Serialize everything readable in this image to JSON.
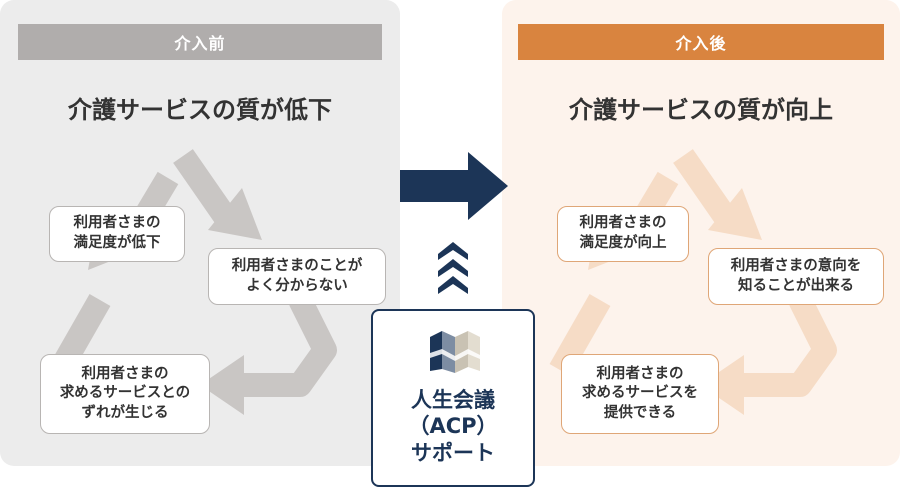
{
  "before": {
    "tag": "介入前",
    "heading": "介護サービスの質が低下",
    "notes": [
      {
        "lines": [
          "利用者さまの",
          "満足度が低下"
        ]
      },
      {
        "lines": [
          "利用者さまのことが",
          "よく分からない"
        ]
      },
      {
        "lines": [
          "利用者さまの",
          "求めるサービスとの",
          "ずれが生じる"
        ]
      }
    ]
  },
  "after": {
    "tag": "介入後",
    "heading": "介護サービスの質が向上",
    "notes": [
      {
        "lines": [
          "利用者さまの",
          "満足度が向上"
        ]
      },
      {
        "lines": [
          "利用者さまの意向を",
          "知ることが出来る"
        ]
      },
      {
        "lines": [
          "利用者さまの",
          "求めるサービスを",
          "提供できる"
        ]
      }
    ]
  },
  "center": {
    "title_lines": [
      "人生会議",
      "（ACP）",
      "サポート"
    ],
    "icon": "map-icon"
  },
  "colors": {
    "before_tag": "#b0adac",
    "after_tag": "#d9843f",
    "before_panel": "#ececec",
    "after_panel": "#fdf3ec",
    "navy": "#1c3557"
  }
}
